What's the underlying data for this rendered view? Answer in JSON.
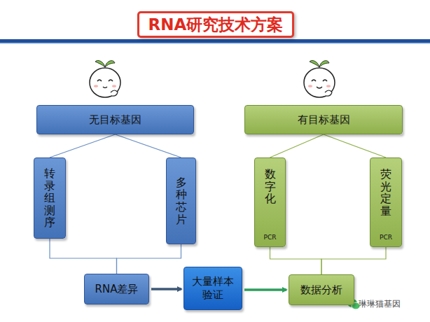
{
  "diagram": {
    "title": "RNA研究技术方案",
    "nodes": [
      {
        "text": [
          "无目标基因"
        ]
      },
      {
        "text": [
          "有目标基因"
        ]
      },
      {
        "text": [
          "转录组测序"
        ]
      },
      {
        "text": [
          "多种芯片"
        ]
      },
      {
        "text": [
          "数字化",
          "PCR"
        ]
      },
      {
        "text": [
          "荧光定量",
          "PCR"
        ]
      },
      {
        "text": [
          "RNA差异"
        ]
      },
      {
        "text": [
          "大量样本验证"
        ]
      },
      {
        "text": [
          "数据分析"
        ]
      }
    ],
    "edges": [
      {
        "from": 0,
        "to": 2,
        "arrow": "none"
      },
      {
        "from": 0,
        "to": 3,
        "arrow": "none"
      },
      {
        "from": 1,
        "to": 4,
        "arrow": "none"
      },
      {
        "from": 1,
        "to": 5,
        "arrow": "none"
      },
      {
        "from": 2,
        "to": 6,
        "arrow": "none"
      },
      {
        "from": 3,
        "to": 6,
        "arrow": "none"
      },
      {
        "from": 4,
        "to": 8,
        "arrow": "none"
      },
      {
        "from": 5,
        "to": 8,
        "arrow": "none"
      },
      {
        "from": 6,
        "to": 7,
        "arrow": "to"
      },
      {
        "from": 7,
        "to": 8,
        "arrow": "to"
      }
    ],
    "labels": [
      "琳琳猫基因"
    ]
  }
}
